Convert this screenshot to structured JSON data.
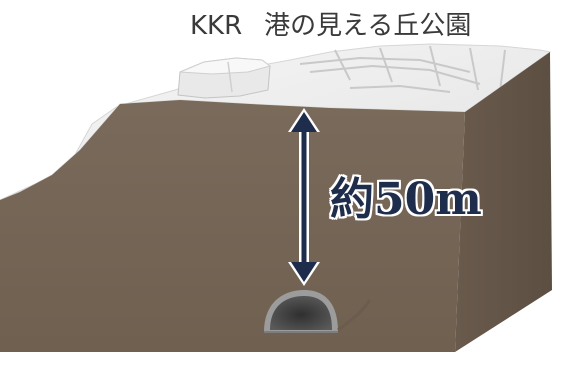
{
  "labels": {
    "building": "KKR",
    "park": "港の見える丘公園",
    "depth": "約50m"
  },
  "colors": {
    "soil_front": "#776657",
    "soil_side": "#625548",
    "surface": "#f1f1f1",
    "arrow": "#1e2d4c",
    "tunnel_lining": "#8a8a8a"
  }
}
